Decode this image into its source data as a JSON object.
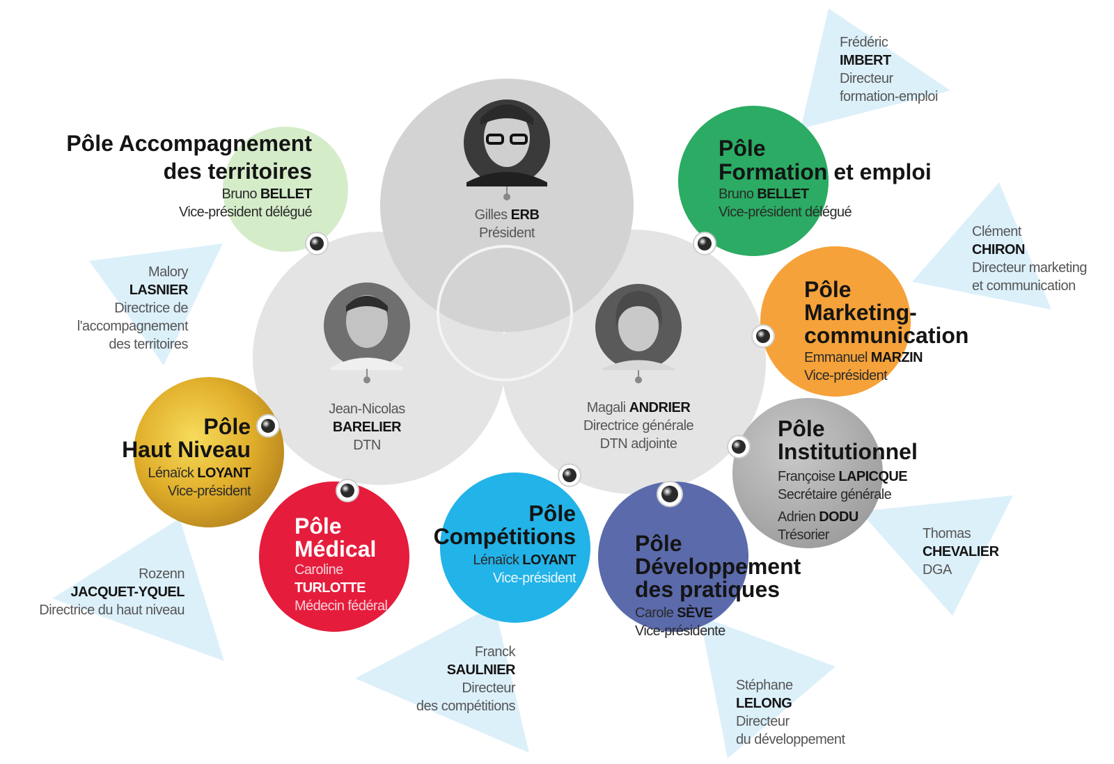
{
  "leaders": {
    "president": {
      "first": "Gilles",
      "last": "ERB",
      "role": "Président"
    },
    "dtn": {
      "first": "Jean-Nicolas",
      "last": "BARELIER",
      "role": "DTN"
    },
    "dg": {
      "first": "Magali",
      "last": "ANDRIER",
      "role1": "Directrice générale",
      "role2": "DTN adjointe"
    }
  },
  "poles": {
    "territoires": {
      "t1": "Pôle Accompagnement",
      "t2": "des territoires",
      "first": "Bruno",
      "last": "BELLET",
      "role": "Vice-président délégué",
      "color": "#d5ecc9"
    },
    "formation": {
      "t1": "Pôle",
      "t2": "Formation et emploi",
      "first": "Bruno",
      "last": "BELLET",
      "role": "Vice-président délégué",
      "color": "#2bab63"
    },
    "marketing": {
      "t1": "Pôle",
      "t2": "Marketing-",
      "t3": "communication",
      "first": "Emmanuel",
      "last": "MARZIN",
      "role": "Vice-président",
      "color": "#f6a23a"
    },
    "institutionnel": {
      "t1": "Pôle",
      "t2": "Institutionnel",
      "first": "Françoise",
      "last": "LAPICQUE",
      "role": "Secrétaire générale",
      "first2": "Adrien",
      "last2": "DODU",
      "role2": "Trésorier",
      "color": "#a9a9a9"
    },
    "haut_niveau": {
      "t1": "Pôle",
      "t2": "Haut Niveau",
      "first": "Lénaïck",
      "last": "LOYANT",
      "role": "Vice-président",
      "color": "#e3b52d"
    },
    "medical": {
      "t1": "Pôle",
      "t2": "Médical",
      "first": "Caroline",
      "last": "TURLOTTE",
      "role": "Médecin fédéral",
      "color": "#e51c3c"
    },
    "competitions": {
      "t1": "Pôle",
      "t2": "Compétitions",
      "first": "Lénaïck",
      "last": "LOYANT",
      "role": "Vice-président",
      "color": "#22b3e8"
    },
    "developpement": {
      "t1": "Pôle",
      "t2": "Développement",
      "t3": "des pratiques",
      "first": "Carole",
      "last": "SÈVE",
      "role": "Vice-présidente",
      "color": "#5b6aab"
    }
  },
  "callouts": {
    "imbert": {
      "first": "Frédéric",
      "last": "IMBERT",
      "r1": "Directeur",
      "r2": "formation-emploi"
    },
    "chiron": {
      "first": "Clément",
      "last": "CHIRON",
      "r1": "Directeur marketing",
      "r2": "et communication"
    },
    "lasnier": {
      "first": "Malory",
      "last": "LASNIER",
      "r1": "Directrice de",
      "r2": "l'accompagnement",
      "r3": "des territoires"
    },
    "jacquet": {
      "first": "Rozenn",
      "last": "JACQUET-YQUEL",
      "r1": "Directrice du haut niveau"
    },
    "saulnier": {
      "first": "Franck",
      "last": "SAULNIER",
      "r1": "Directeur",
      "r2": "des compétitions"
    },
    "lelong": {
      "first": "Stéphane",
      "last": "LELONG",
      "r1": "Directeur",
      "r2": "du développement"
    },
    "chevalier": {
      "first": "Thomas",
      "last": "CHEVALIER",
      "r1": "DGA"
    }
  }
}
